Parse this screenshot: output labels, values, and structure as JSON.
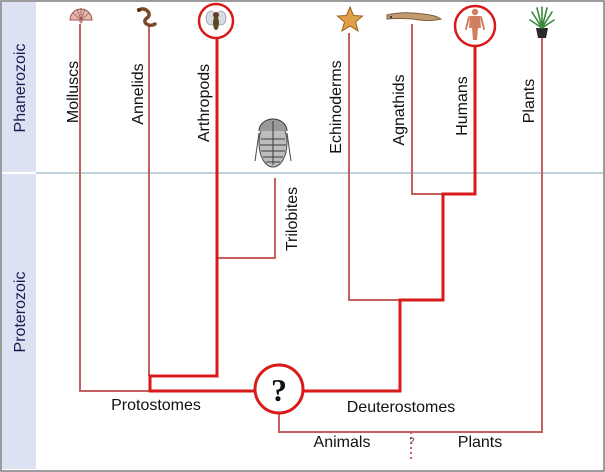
{
  "colors": {
    "thin_line": "#c46060",
    "thick_line": "#d81a1a",
    "era_band": "#dde2f2",
    "divider": "#a8c4d4",
    "frame": "#7a7a7a"
  },
  "eras": {
    "phanerozoic": "Phanerozoic",
    "proterozoic": "Proterozoic"
  },
  "taxa": {
    "molluscs": "Molluscs",
    "annelids": "Annelids",
    "arthropods": "Arthropods",
    "trilobites": "Trilobites",
    "echinoderms": "Echinoderms",
    "agnathids": "Agnathids",
    "humans": "Humans",
    "plants": "Plants"
  },
  "groups": {
    "protostomes": "Protostomes",
    "deuterostomes": "Deuterostomes",
    "animals": "Animals",
    "plants": "Plants"
  },
  "unknown_ancestor": "?",
  "unknown_split": "?",
  "icons": [
    "shell-icon",
    "worm-icon",
    "fly-icon",
    "trilobite-icon",
    "starfish-icon",
    "eel-icon",
    "human-icon",
    "potted-plant-icon"
  ]
}
